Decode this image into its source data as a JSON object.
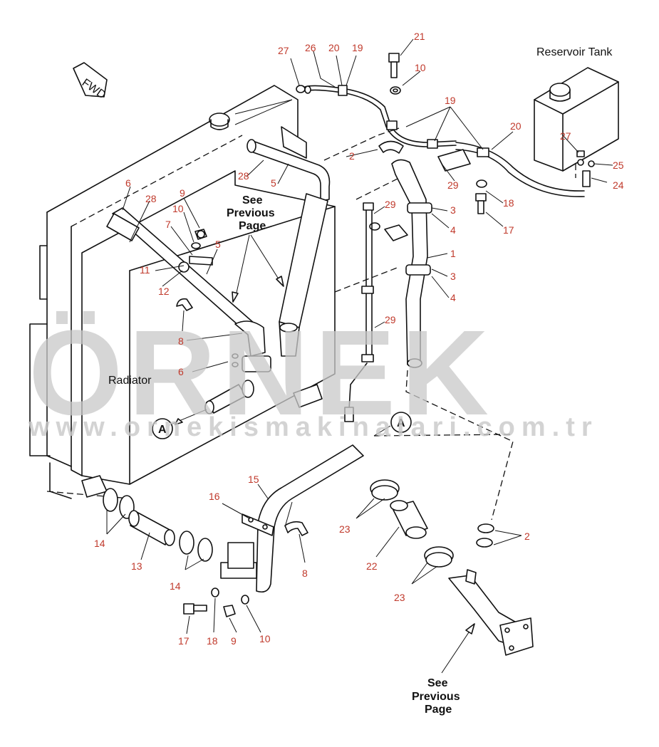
{
  "labels": {
    "reservoir_tank": "Reservoir Tank",
    "radiator": "Radiator",
    "see_previous_page_top": [
      "See",
      "Previous",
      "Page"
    ],
    "see_previous_page_bottom": [
      "See",
      "Previous",
      "Page"
    ],
    "fwd": "FWD",
    "view_marker": "A"
  },
  "watermark": {
    "brand": "ÖRNEK",
    "url": "www.ornekismakinalari.com.tr"
  },
  "callouts": {
    "c27a": "27",
    "c26": "26",
    "c20a": "20",
    "c19a": "19",
    "c21": "21",
    "c10a": "10",
    "c19b": "19",
    "c20b": "20",
    "c27b": "27",
    "c25": "25",
    "c24": "24",
    "c2a": "2",
    "c28a": "28",
    "c5a": "5",
    "c29a": "29",
    "c3a": "3",
    "c4a": "4",
    "c1": "1",
    "c3b": "3",
    "c4b": "4",
    "c18a": "18",
    "c17a": "17",
    "c29b": "29",
    "c6a": "6",
    "c28b": "28",
    "c9a": "9",
    "c10b": "10",
    "c7": "7",
    "c5b": "5",
    "c11": "11",
    "c12": "12",
    "c8a": "8",
    "c6b": "6",
    "c29c": "29",
    "c15": "15",
    "c16": "16",
    "c14a": "14",
    "c13": "13",
    "c14b": "14",
    "c8b": "8",
    "c23a": "23",
    "c22": "22",
    "c23b": "23",
    "c2b": "2",
    "c17b": "17",
    "c18b": "18",
    "c9b": "9",
    "c10c": "10"
  }
}
